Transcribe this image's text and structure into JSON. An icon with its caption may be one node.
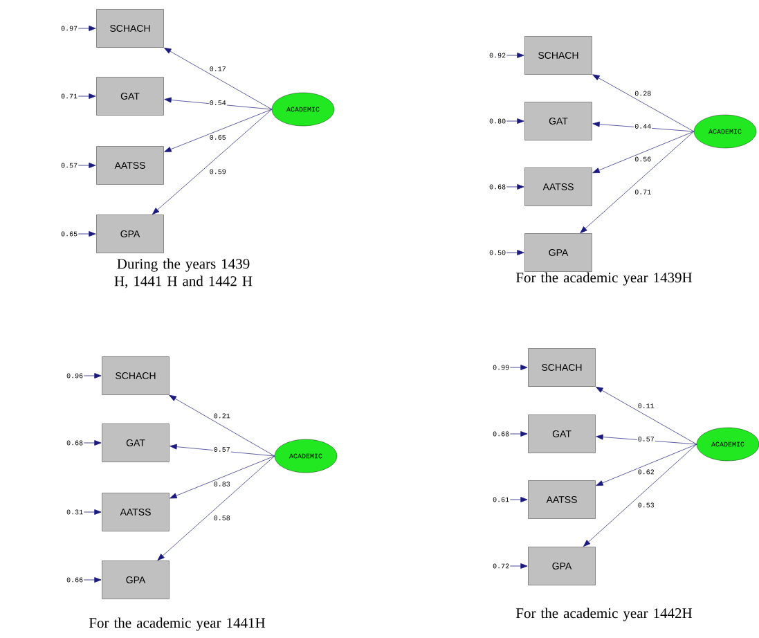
{
  "diagram": {
    "nodes": [
      {
        "text": [
          "SCHACH"
        ]
      },
      {
        "text": [
          "GAT"
        ]
      },
      {
        "text": [
          "AATSS"
        ]
      },
      {
        "text": [
          "GPA"
        ]
      },
      {
        "text": [
          "ACADEMIC"
        ]
      },
      {
        "text": [
          "SCHACH"
        ]
      },
      {
        "text": [
          "GAT"
        ]
      },
      {
        "text": [
          "AATSS"
        ]
      },
      {
        "text": [
          "GPA"
        ]
      },
      {
        "text": [
          "ACADEMIC"
        ]
      },
      {
        "text": [
          "SCHACH"
        ]
      },
      {
        "text": [
          "GAT"
        ]
      },
      {
        "text": [
          "AATSS"
        ]
      },
      {
        "text": [
          "GPA"
        ]
      },
      {
        "text": [
          "ACADEMIC"
        ]
      },
      {
        "text": [
          "SCHACH"
        ]
      },
      {
        "text": [
          "GAT"
        ]
      },
      {
        "text": [
          "AATSS"
        ]
      },
      {
        "text": [
          "GPA"
        ]
      },
      {
        "text": [
          "ACADEMIC"
        ]
      }
    ],
    "edges": [
      {
        "from": 4,
        "to": 0,
        "arrow": "to",
        "label": "0.17"
      },
      {
        "from": 4,
        "to": 1,
        "arrow": "to",
        "label": "0.54"
      },
      {
        "from": 4,
        "to": 2,
        "arrow": "to",
        "label": "0.65"
      },
      {
        "from": 4,
        "to": 3,
        "arrow": "to",
        "label": "0.59"
      },
      {
        "from": null,
        "to": 0,
        "arrow": "to",
        "label": "0.97"
      },
      {
        "from": null,
        "to": 1,
        "arrow": "to",
        "label": "0.71"
      },
      {
        "from": null,
        "to": 2,
        "arrow": "to",
        "label": "0.57"
      },
      {
        "from": null,
        "to": 3,
        "arrow": "to",
        "label": "0.65"
      },
      {
        "from": 9,
        "to": 5,
        "arrow": "to",
        "label": "0.28"
      },
      {
        "from": 9,
        "to": 6,
        "arrow": "to",
        "label": "0.44"
      },
      {
        "from": 9,
        "to": 7,
        "arrow": "to",
        "label": "0.56"
      },
      {
        "from": 9,
        "to": 8,
        "arrow": "to",
        "label": "0.71"
      },
      {
        "from": null,
        "to": 5,
        "arrow": "to",
        "label": "0.92"
      },
      {
        "from": null,
        "to": 6,
        "arrow": "to",
        "label": "0.80"
      },
      {
        "from": null,
        "to": 7,
        "arrow": "to",
        "label": "0.68"
      },
      {
        "from": null,
        "to": 8,
        "arrow": "to",
        "label": "0.50"
      },
      {
        "from": 14,
        "to": 10,
        "arrow": "to",
        "label": "0.21"
      },
      {
        "from": 14,
        "to": 11,
        "arrow": "to",
        "label": "0.57"
      },
      {
        "from": 14,
        "to": 12,
        "arrow": "to",
        "label": "0.83"
      },
      {
        "from": 14,
        "to": 13,
        "arrow": "to",
        "label": "0.58"
      },
      {
        "from": null,
        "to": 10,
        "arrow": "to",
        "label": "0.96"
      },
      {
        "from": null,
        "to": 11,
        "arrow": "to",
        "label": "0.68"
      },
      {
        "from": null,
        "to": 12,
        "arrow": "to",
        "label": "0.31"
      },
      {
        "from": null,
        "to": 13,
        "arrow": "to",
        "label": "0.66"
      },
      {
        "from": 19,
        "to": 15,
        "arrow": "to",
        "label": "0.11"
      },
      {
        "from": 19,
        "to": 16,
        "arrow": "to",
        "label": "0.57"
      },
      {
        "from": 19,
        "to": 17,
        "arrow": "to",
        "label": "0.62"
      },
      {
        "from": 19,
        "to": 18,
        "arrow": "to",
        "label": "0.53"
      },
      {
        "from": null,
        "to": 15,
        "arrow": "to",
        "label": "0.99"
      },
      {
        "from": null,
        "to": 16,
        "arrow": "to",
        "label": "0.68"
      },
      {
        "from": null,
        "to": 17,
        "arrow": "to",
        "label": "0.61"
      },
      {
        "from": null,
        "to": 18,
        "arrow": "to",
        "label": "0.72"
      }
    ],
    "labels": [
      "During the years 1439 H, 1441 H and 1442 H",
      "For the academic year 1439H",
      "For the academic year 1441H",
      "For the academic year 1442H"
    ]
  }
}
